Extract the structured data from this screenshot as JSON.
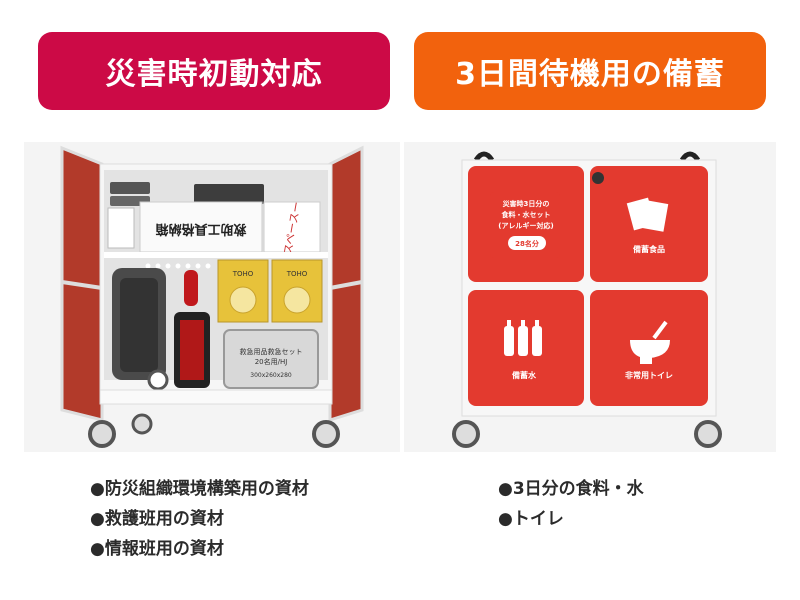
{
  "left_section": {
    "title": "災害時初動対応",
    "color": "#cc0a46",
    "box_label": "救助工具格納箱",
    "side_label": "スペースー",
    "kit_label_line1": "救急用品救急セット",
    "kit_label_line2": "20名用/HJ",
    "kit_label_line3": "300x260x280",
    "box_brand": "TOHO",
    "items": [
      "●防災組織環境構築用の資材",
      "●救護班用の資材",
      "●情報班用の資材"
    ]
  },
  "right_section": {
    "title": "3日間待機用の備蓄",
    "color": "#f2620d",
    "panel_text_line1": "災害時3日分の",
    "panel_text_line2": "食料・水セット",
    "panel_text_line3": "(アレルギー対応)",
    "panel_badge": "28名分",
    "food_label": "備蓄食品",
    "water_label": "備蓄水",
    "toilet_label": "非常用トイレ",
    "items": [
      "●3日分の食料・水",
      "●トイレ"
    ]
  }
}
